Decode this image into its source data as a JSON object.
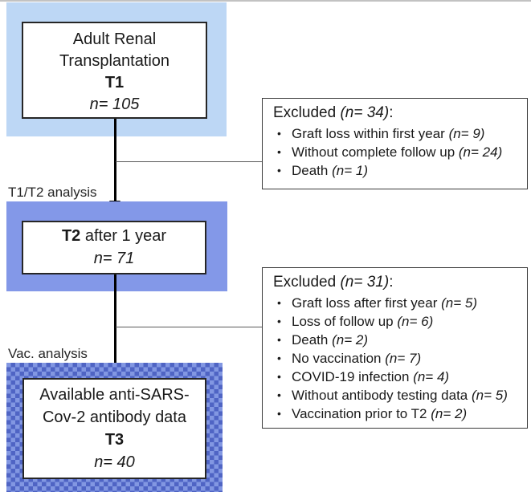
{
  "colors": {
    "t1_fill": "#bdd7f5",
    "t2_fill": "#8398e8",
    "t3_checker_dark": "#4f64c4",
    "t3_checker_light": "#8297e2"
  },
  "bullet_char": "•",
  "stage_labels": {
    "t1_t2": "T1/T2 analysis",
    "vac": "Vac. analysis"
  },
  "boxes": {
    "t1": {
      "line1": "Adult Renal",
      "line2": "Transplantation",
      "tag": "T1",
      "n": "n= 105"
    },
    "t2": {
      "bold": "T2",
      "rest": " after 1 year",
      "n": "n= 71"
    },
    "t3": {
      "line1": "Available anti-SARS-",
      "line2": "Cov-2 antibody data",
      "tag": "T3",
      "n": "n= 40"
    }
  },
  "excluded1": {
    "title_text": "Excluded ",
    "title_n": "(n= 34)",
    "title_suffix": ":",
    "items": [
      {
        "label": "Graft loss within first year ",
        "n": "(n= 9)"
      },
      {
        "label": "Without complete follow up ",
        "n": "(n= 24)"
      },
      {
        "label": "Death ",
        "n": "(n= 1)"
      }
    ]
  },
  "excluded2": {
    "title_text": "Excluded ",
    "title_n": "(n= 31)",
    "title_suffix": ":",
    "items": [
      {
        "label": "Graft loss after first year ",
        "n": "(n= 5)"
      },
      {
        "label": "Loss of follow up ",
        "n": "(n= 6)"
      },
      {
        "label": "Death ",
        "n": "(n= 2)"
      },
      {
        "label": "No vaccination ",
        "n": "(n= 7)"
      },
      {
        "label": "COVID-19 infection ",
        "n": "(n= 4)"
      },
      {
        "label": "Without antibody testing data ",
        "n": "(n= 5)"
      },
      {
        "label": "Vaccination prior to T2 ",
        "n": "(n= 2)"
      }
    ]
  }
}
